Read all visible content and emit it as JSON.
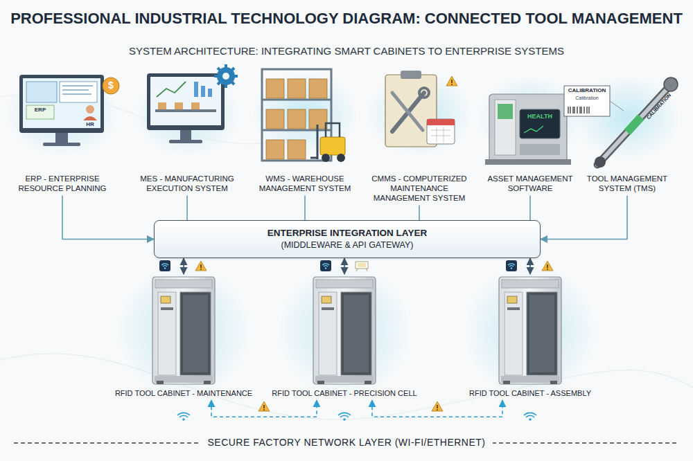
{
  "diagram": {
    "title": "PROFESSIONAL INDUSTRIAL TECHNOLOGY DIAGRAM: CONNECTED TOOL MANAGEMENT",
    "nodes": [
      {
        "text": [
          "ERP - ENTERPRISE RESOURCE PLANNING"
        ]
      },
      {
        "text": [
          "MES - MANUFACTURING EXECUTION SYSTEM"
        ]
      },
      {
        "text": [
          "WMS - WAREHOUSE MANAGEMENT SYSTEM"
        ]
      },
      {
        "text": [
          "CMMS - COMPUTERIZED MAINTENANCE MANAGEMENT SYSTEM"
        ]
      },
      {
        "text": [
          "ASSET MANAGEMENT SOFTWARE"
        ]
      },
      {
        "text": [
          "TOOL MANAGEMENT SYSTEM (TMS)"
        ]
      },
      {
        "text": [
          "ENTERPRISE INTEGRATION LAYER",
          "(MIDDLEWARE & API GATEWAY)"
        ]
      },
      {
        "text": [
          "RFID TOOL CABINET - MAINTENANCE"
        ]
      },
      {
        "text": [
          "RFID TOOL CABINET - PRECISION CELL"
        ]
      },
      {
        "text": [
          "RFID TOOL CABINET - ASSEMBLY"
        ]
      }
    ],
    "edges": [
      {
        "from": 0,
        "to": 6,
        "arrow": "to"
      },
      {
        "from": 1,
        "to": 6,
        "arrow": "none"
      },
      {
        "from": 2,
        "to": 6,
        "arrow": "none"
      },
      {
        "from": 3,
        "to": 6,
        "arrow": "none"
      },
      {
        "from": 4,
        "to": 6,
        "arrow": "none"
      },
      {
        "from": 5,
        "to": 6,
        "arrow": "to"
      },
      {
        "from": 7,
        "to": 6,
        "arrow": "both"
      },
      {
        "from": 8,
        "to": 6,
        "arrow": "both"
      },
      {
        "from": 9,
        "to": 6,
        "arrow": "both"
      },
      {
        "from": 7,
        "to": 8,
        "arrow": "both"
      },
      {
        "from": 8,
        "to": 9,
        "arrow": "both"
      }
    ],
    "labels": [
      "SYSTEM ARCHITECTURE: INTEGRATING SMART CABINETS TO ENTERPRISE SYSTEMS",
      "ERP",
      "HR",
      "$",
      "HEALTH",
      "CALIBRATION",
      "Calibration",
      "CALIBRATION",
      "SECURE FACTORY NETWORK LAYER (WI-FI/ETHERNET)"
    ]
  }
}
